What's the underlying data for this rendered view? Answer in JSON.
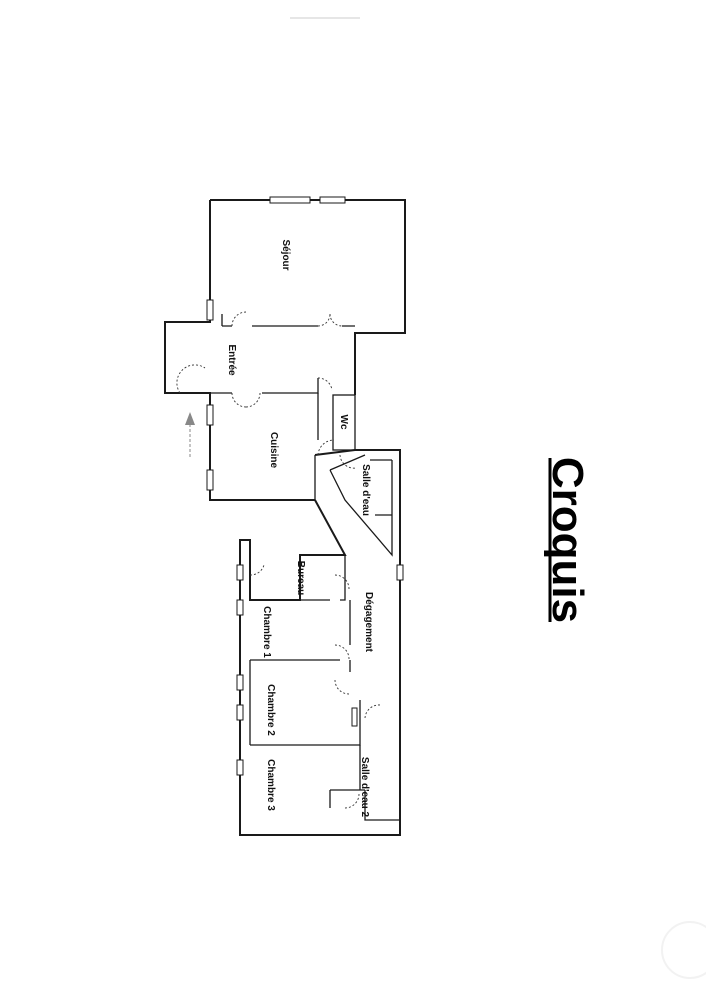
{
  "title": "Croquis",
  "rooms": {
    "sejour": "Séjour",
    "entree": "Entrée",
    "cuisine": "Cuisine",
    "wc": "Wc",
    "salle_eau": "Salle d'eau",
    "bureau": "Bureau",
    "degagement": "Dégagement",
    "chambre1": "Chambre 1",
    "chambre2": "Chambre 2",
    "chambre3": "Chambre 3",
    "salle_eau2": "Salle d'eau 2"
  }
}
